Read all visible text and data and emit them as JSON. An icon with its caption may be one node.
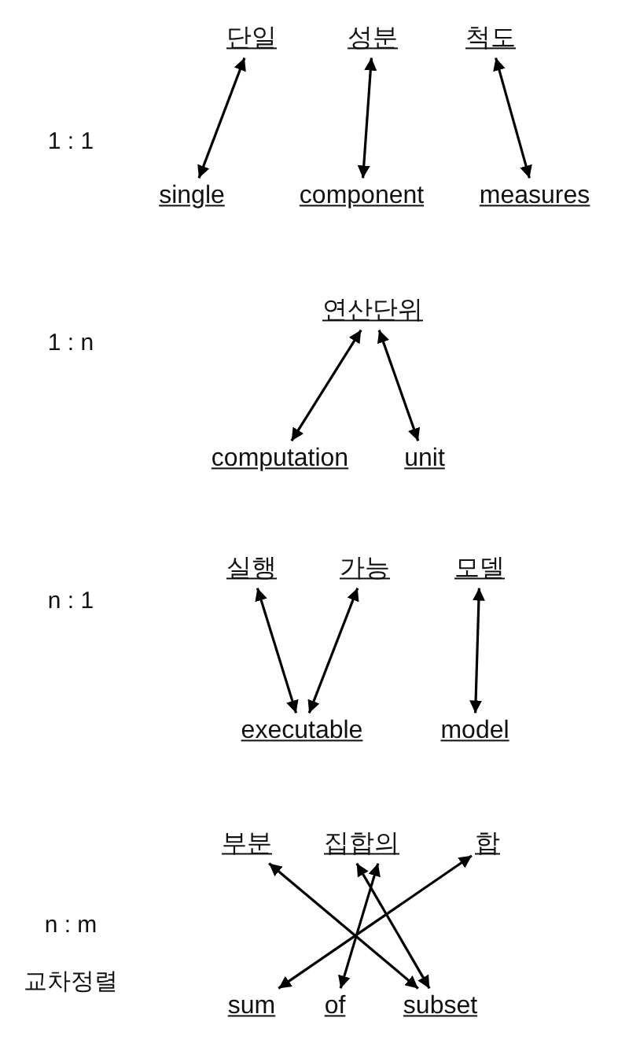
{
  "diagram": {
    "nodes": [
      {
        "text": [
          "단일"
        ]
      },
      {
        "text": [
          "성분"
        ]
      },
      {
        "text": [
          "척도"
        ]
      },
      {
        "text": [
          "single"
        ]
      },
      {
        "text": [
          "component"
        ]
      },
      {
        "text": [
          "measures"
        ]
      },
      {
        "text": [
          "연산단위"
        ]
      },
      {
        "text": [
          "computation"
        ]
      },
      {
        "text": [
          "unit"
        ]
      },
      {
        "text": [
          "실행"
        ]
      },
      {
        "text": [
          "가능"
        ]
      },
      {
        "text": [
          "모델"
        ]
      },
      {
        "text": [
          "executable"
        ]
      },
      {
        "text": [
          "model"
        ]
      },
      {
        "text": [
          "부분"
        ]
      },
      {
        "text": [
          "집합의"
        ]
      },
      {
        "text": [
          "합"
        ]
      },
      {
        "text": [
          "sum"
        ]
      },
      {
        "text": [
          "of"
        ]
      },
      {
        "text": [
          "subset"
        ]
      }
    ],
    "edges": [
      {
        "from": 0,
        "to": 3,
        "arrow": "both"
      },
      {
        "from": 1,
        "to": 4,
        "arrow": "both"
      },
      {
        "from": 2,
        "to": 5,
        "arrow": "both"
      },
      {
        "from": 6,
        "to": 7,
        "arrow": "both"
      },
      {
        "from": 6,
        "to": 8,
        "arrow": "both"
      },
      {
        "from": 9,
        "to": 12,
        "arrow": "both"
      },
      {
        "from": 10,
        "to": 12,
        "arrow": "both"
      },
      {
        "from": 11,
        "to": 13,
        "arrow": "both"
      },
      {
        "from": 14,
        "to": 19,
        "arrow": "both"
      },
      {
        "from": 15,
        "to": 19,
        "arrow": "both"
      },
      {
        "from": 15,
        "to": 18,
        "arrow": "both"
      },
      {
        "from": 16,
        "to": 17,
        "arrow": "both"
      }
    ],
    "labels": [
      "1 : 1",
      "1 : n",
      "n : 1",
      "n : m",
      "교차정렬"
    ]
  }
}
